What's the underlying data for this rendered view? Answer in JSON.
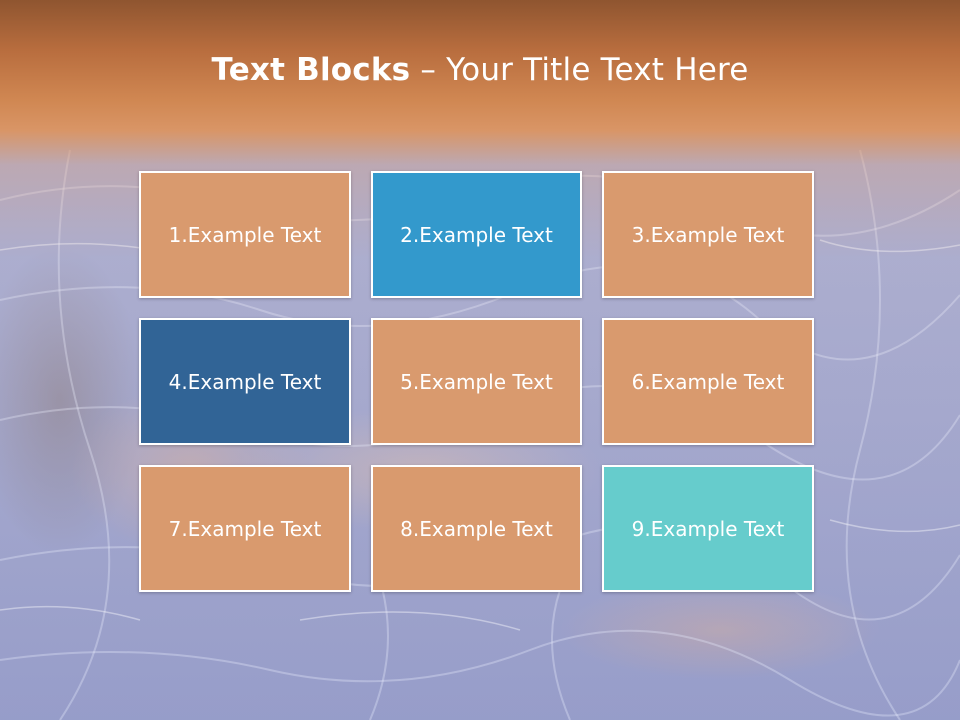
{
  "slide": {
    "title_bold": "Text Blocks",
    "title_rest": " – Your Title Text Here"
  },
  "colors": {
    "header": "#c57a48",
    "block_default": "#d99a6e",
    "block_blue": "#3399cc",
    "block_navy": "#316496",
    "block_teal": "#66cccc"
  },
  "blocks": [
    {
      "label": "1.Example Text",
      "color": "#d99a6e"
    },
    {
      "label": "2.Example Text",
      "color": "#3399cc"
    },
    {
      "label": "3.Example Text",
      "color": "#d99a6e"
    },
    {
      "label": "4.Example Text",
      "color": "#316496"
    },
    {
      "label": "5.Example Text",
      "color": "#d99a6e"
    },
    {
      "label": "6.Example Text",
      "color": "#d99a6e"
    },
    {
      "label": "7.Example Text",
      "color": "#d99a6e"
    },
    {
      "label": "8.Example Text",
      "color": "#d99a6e"
    },
    {
      "label": "9.Example Text",
      "color": "#66cccc"
    }
  ]
}
